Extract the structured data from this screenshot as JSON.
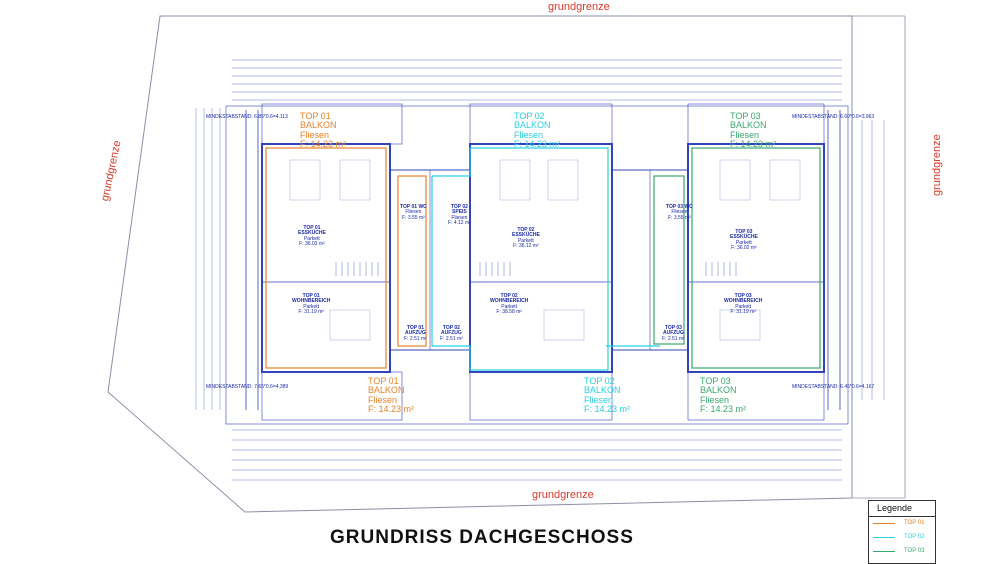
{
  "colors": {
    "boundary": "#8a8fa8",
    "grundgrenze": "#d83a2a",
    "wall": "#3344bb",
    "dim": "#6a7ad0",
    "top01": "#e8822a",
    "top02": "#2ad0e0",
    "top03": "#3aa870"
  },
  "labels": {
    "grundgrenze": "grundgrenze"
  },
  "title": "GRUNDRISS DACHGESCHOSS",
  "legend": {
    "title": "Legende",
    "items": [
      {
        "label": "TOP 01",
        "color": "#e8822a"
      },
      {
        "label": "TOP 02",
        "color": "#2ad0e0"
      },
      {
        "label": "TOP 03",
        "color": "#3aa870"
      }
    ]
  },
  "mindestabstand": {
    "top_left": "MINDESTABSTAND: 6.85*0.6=4.113",
    "bottom_left": "MINDESTABSTAND: 7.65*0.6=4.389",
    "top_right": "MINDESTABSTAND: 6.60*0.6=3.963",
    "bottom_right": "MINDESTABSTAND: 6.45*0.6=4.167"
  },
  "balconies": {
    "top01_upper": {
      "name": "TOP 01",
      "type": "BALKON",
      "floor": "Fliesen",
      "area": "F: 14.23 m²"
    },
    "top01_lower": {
      "name": "TOP 01",
      "type": "BALKON",
      "floor": "Fliesen",
      "area": "F: 14.23 m²"
    },
    "top02_upper": {
      "name": "TOP 02",
      "type": "BALKON",
      "floor": "Fliesen",
      "area": "F: 14.23 m²"
    },
    "top02_lower": {
      "name": "TOP 02",
      "type": "BALKON",
      "floor": "Fliesen",
      "area": "F: 14.23 m²"
    },
    "top03_upper": {
      "name": "TOP 03",
      "type": "BALKON",
      "floor": "Fliesen",
      "area": "F: 14.23 m²"
    },
    "top03_lower": {
      "name": "TOP 03",
      "type": "BALKON",
      "floor": "Fliesen",
      "area": "F: 14.23 m²"
    }
  },
  "rooms": {
    "top01_kitchen": {
      "name": "TOP 01",
      "type": "ESSKÜCHE",
      "floor": "Parkett",
      "area": "F: 36.03 m²"
    },
    "top01_living": {
      "name": "TOP 01",
      "type": "WOHNBEREICH",
      "floor": "Parkett",
      "area": "F: 31.19 m²"
    },
    "top01_wc": {
      "name": "TOP 01 WC",
      "floor": "Fliesen",
      "area": "F: 3.55 m²"
    },
    "top01_lift": {
      "name": "TOP 01",
      "type": "AUFZUG",
      "area": "F: 2.51 m²"
    },
    "top02_speis": {
      "name": "TOP 02",
      "type": "SPEIS",
      "floor": "Fliesen",
      "area": "F: 4.12 m²"
    },
    "top02_kitchen": {
      "name": "TOP 02",
      "type": "ESSKÜCHE",
      "floor": "Parkett",
      "area": "F: 36.12 m²"
    },
    "top02_living": {
      "name": "TOP 02",
      "type": "WOHNBEREICH",
      "floor": "Parkett",
      "area": "F: 38.58 m²"
    },
    "top02_lift": {
      "name": "TOP 02",
      "type": "AUFZUG",
      "area": "F: 2.51 m²"
    },
    "top03_wc": {
      "name": "TOP 03 WC",
      "floor": "Fliesen",
      "area": "F: 3.55 m²"
    },
    "top03_kitchen": {
      "name": "TOP 03",
      "type": "ESSKÜCHE",
      "floor": "Parkett",
      "area": "F: 36.02 m²"
    },
    "top03_living": {
      "name": "TOP 03",
      "type": "WOHNBEREICH",
      "floor": "Parkett",
      "area": "F: 31.19 m²"
    },
    "top03_lift": {
      "name": "TOP 03",
      "type": "AUFZUG",
      "area": "F: 2.51 m²"
    }
  }
}
